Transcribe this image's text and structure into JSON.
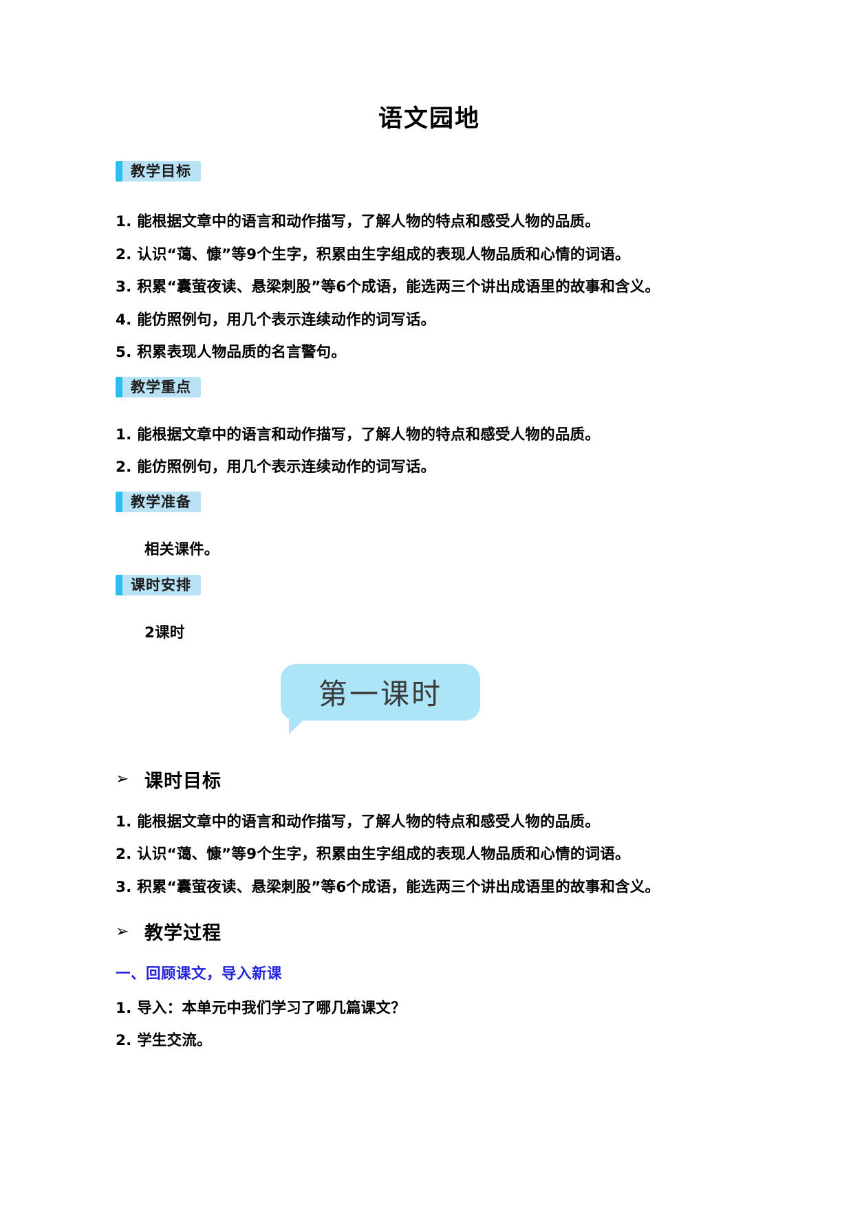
{
  "document": {
    "title": "语文园地"
  },
  "colors": {
    "header_bar": "#29c0f0",
    "header_bg": "#b9e2f7",
    "bubble_bg": "#ace5f7",
    "blue_heading": "#2222dd"
  },
  "sections": {
    "objectives": {
      "heading": "教学目标",
      "items": [
        "1. 能根据文章中的语言和动作描写，了解人物的特点和感受人物的品质。",
        "2. 认识“蔼、慷”等9个生字，积累由生字组成的表现人物品质和心情的词语。",
        "3. 积累“囊萤夜读、悬梁刺股”等6个成语，能选两三个讲出成语里的故事和含义。",
        "4. 能仿照例句，用几个表示连续动作的词写话。",
        "5. 积累表现人物品质的名言警句。"
      ]
    },
    "key_points": {
      "heading": "教学重点",
      "items": [
        "1. 能根据文章中的语言和动作描写，了解人物的特点和感受人物的品质。",
        "2. 能仿照例句，用几个表示连续动作的词写话。"
      ]
    },
    "preparation": {
      "heading": "教学准备",
      "items": [
        "相关课件。"
      ]
    },
    "schedule": {
      "heading": "课时安排",
      "items": [
        "2课时"
      ]
    }
  },
  "lesson": {
    "bubble_label": "第一课时",
    "objectives_heading": "课时目标",
    "objectives_arrow": "➢",
    "objectives": [
      "1. 能根据文章中的语言和动作描写，了解人物的特点和感受人物的品质。",
      "2. 认识“蔼、慷”等9个生字，积累由生字组成的表现人物品质和心情的词语。",
      "3. 积累“囊萤夜读、悬梁刺股”等6个成语，能选两三个讲出成语里的故事和含义。"
    ],
    "process_heading": "教学过程",
    "process_arrow": "➢",
    "subsection_title": "一、回顾课文，导入新课",
    "process_steps": [
      "1. 导入：本单元中我们学习了哪几篇课文？",
      "2. 学生交流。"
    ]
  }
}
